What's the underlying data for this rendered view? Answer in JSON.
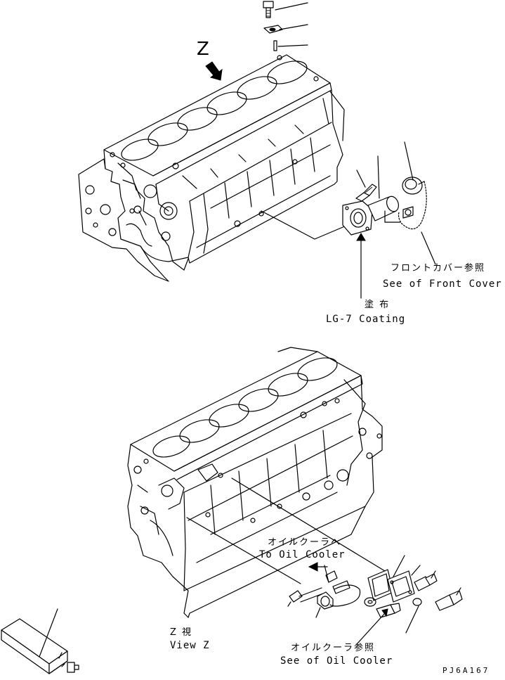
{
  "view_arrow_letter": "Z",
  "front_cover_ja": "フロントカバー参照",
  "front_cover_en": "See of Front Cover",
  "coating_ja": "塗 布",
  "coating_en": "LG-7 Coating",
  "to_oil_cooler_ja": "オイルクーラへ",
  "to_oil_cooler_en": "To Oil Cooler",
  "view_z_ja": "Z 視",
  "view_z_en": "View Z",
  "oil_cooler_ref_ja": "オイルクーラ参照",
  "oil_cooler_ref_en": "See of Oil Cooler",
  "drawing_code": "PJ6A167"
}
